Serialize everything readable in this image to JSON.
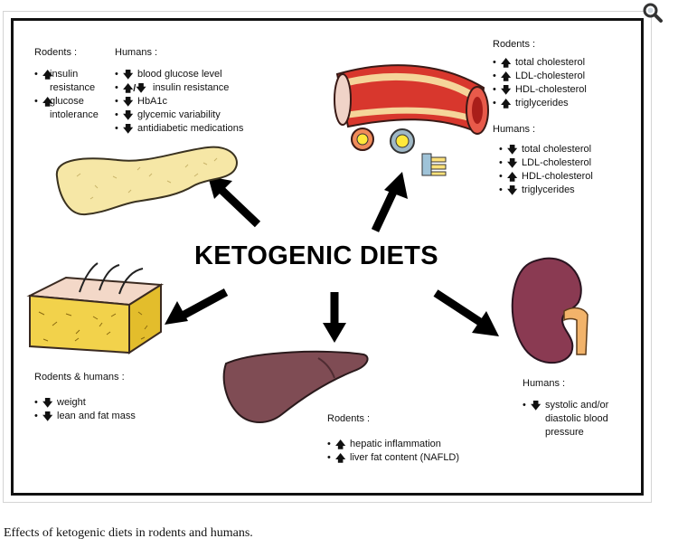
{
  "title": "KETOGENIC DIETS",
  "caption": "Effects of ketogenic diets in rodents and humans.",
  "zoom_icon": "magnifier-icon",
  "pancreas": {
    "rodents_head": "Rodents :",
    "rodents": [
      {
        "dir": "up",
        "text": "insulin\nresistance"
      },
      {
        "dir": "up",
        "text": "glucose\nintolerance"
      }
    ],
    "humans_head": "Humans :",
    "humans": [
      {
        "dir": "down",
        "text": "blood glucose level"
      },
      {
        "dir": "up/down",
        "text": "insulin resistance"
      },
      {
        "dir": "down",
        "text": "HbA1c"
      },
      {
        "dir": "down",
        "text": "glycemic variability"
      },
      {
        "dir": "down",
        "text": "antidiabetic medications"
      }
    ]
  },
  "vessel": {
    "rodents_head": "Rodents :",
    "rodents": [
      {
        "dir": "up",
        "text": "total cholesterol"
      },
      {
        "dir": "up",
        "text": "LDL-cholesterol"
      },
      {
        "dir": "down",
        "text": "HDL-cholesterol"
      },
      {
        "dir": "up",
        "text": "triglycerides"
      }
    ],
    "humans_head": "Humans :",
    "humans": [
      {
        "dir": "down",
        "text": "total cholesterol"
      },
      {
        "dir": "down",
        "text": "LDL-cholesterol"
      },
      {
        "dir": "up",
        "text": "HDL-cholesterol"
      },
      {
        "dir": "down",
        "text": "triglycerides"
      }
    ]
  },
  "fat": {
    "head": "Rodents & humans :",
    "items": [
      {
        "dir": "down",
        "text": "weight"
      },
      {
        "dir": "down",
        "text": "lean and fat mass"
      }
    ]
  },
  "liver": {
    "head": "Rodents :",
    "items": [
      {
        "dir": "up",
        "text": "hepatic inflammation"
      },
      {
        "dir": "up",
        "text": "liver fat content (NAFLD)"
      }
    ]
  },
  "kidney": {
    "head": "Humans :",
    "items": [
      {
        "dir": "down",
        "text": "systolic and/or\ndiastolic blood\npressure"
      }
    ]
  }
}
